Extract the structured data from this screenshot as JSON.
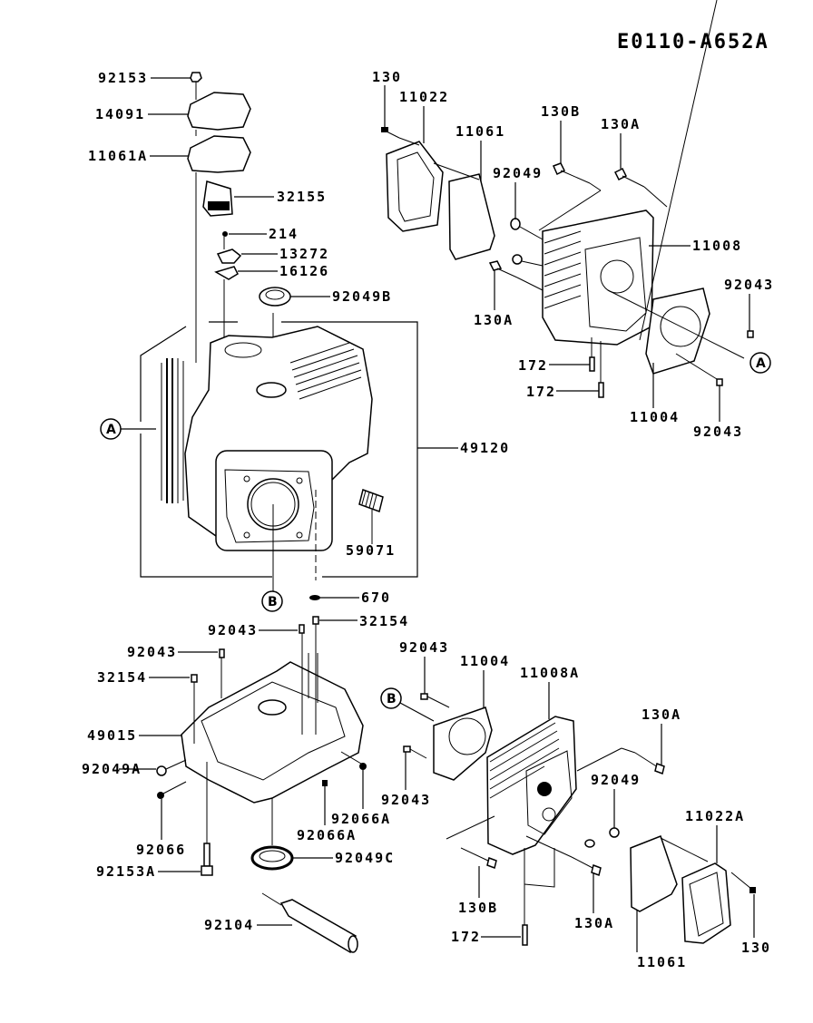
{
  "diagram": {
    "title": "E0110-A652A",
    "labels": {
      "p92153": "92153",
      "p14091": "14091",
      "p11061A": "11061A",
      "p32155": "32155",
      "p214": "214",
      "p13272": "13272",
      "p16126": "16126",
      "p92049B": "92049B",
      "p49120": "49120",
      "p59071": "59071",
      "p670": "670",
      "p130_top": "130",
      "p11022": "11022",
      "p11061_top": "11061",
      "p130B_top": "130B",
      "p130A_top": "130A",
      "p92049_top": "92049",
      "p11008": "11008",
      "p130A_mid": "130A",
      "p92043_r1": "92043",
      "p172_a": "172",
      "p172_b": "172",
      "p11004_top": "11004",
      "p92043_r2": "92043",
      "p32154_a": "32154",
      "p92043_a": "92043",
      "p92043_b": "92043",
      "p32154_b": "32154",
      "p49015": "49015",
      "p92049A": "92049A",
      "p92066": "92066",
      "p92066A_a": "92066A",
      "p92066A_b": "92066A",
      "p92049C": "92049C",
      "p92153A": "92153A",
      "p92104": "92104",
      "p92043_c": "92043",
      "p11004_bot": "11004",
      "p11008A": "11008A",
      "p130A_r": "130A",
      "p92043_d": "92043",
      "p92049_bot": "92049",
      "p11022A": "11022A",
      "p130B_bot": "130B",
      "p130A_bot": "130A",
      "p172_c": "172",
      "p11061_bot": "11061",
      "p130_bot": "130"
    },
    "refs": {
      "A_left": "A",
      "A_right": "A",
      "B_bottom": "B",
      "B_left": "B"
    }
  }
}
